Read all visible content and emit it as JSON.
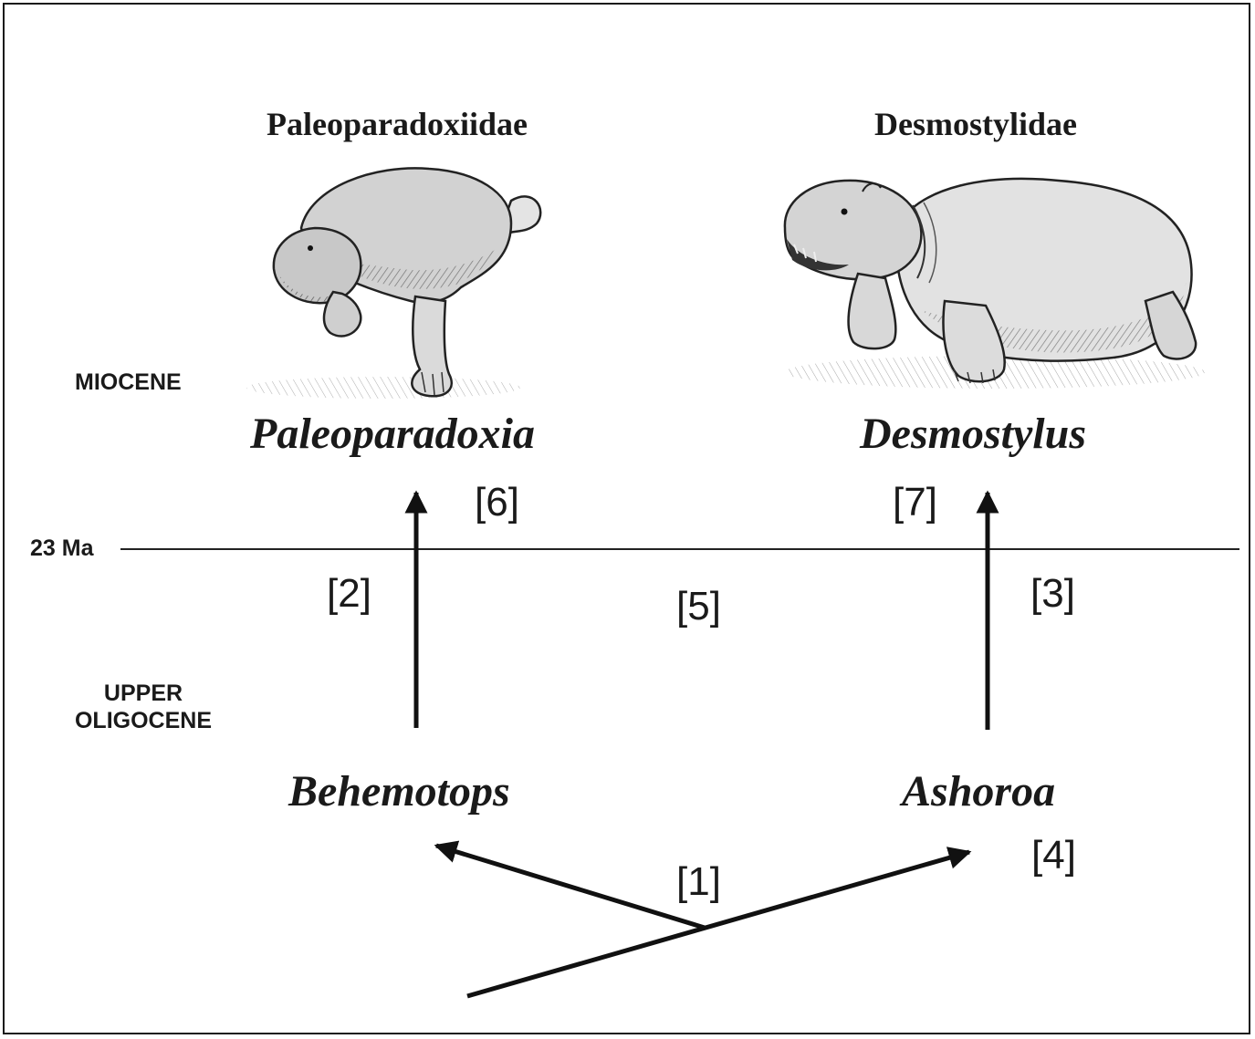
{
  "families": {
    "left": "Paleoparadoxiidae",
    "right": "Desmostylidae"
  },
  "genera": {
    "paleoparadoxia": "Paleoparadoxia",
    "desmostylus": "Desmostylus",
    "behemotops": "Behemotops",
    "ashoroa": "Ashoroa"
  },
  "epochs": {
    "miocene": "MIOCENE",
    "upper_oligocene_line1": "UPPER",
    "upper_oligocene_line2": "OLIGOCENE"
  },
  "boundary_label": "23 Ma",
  "refs": {
    "r1": "[1]",
    "r2": "[2]",
    "r3": "[3]",
    "r4": "[4]",
    "r5": "[5]",
    "r6": "[6]",
    "r7": "[7]"
  },
  "illustrations": {
    "left": "paleoparadoxia-illustration",
    "right": "desmostylus-illustration"
  }
}
